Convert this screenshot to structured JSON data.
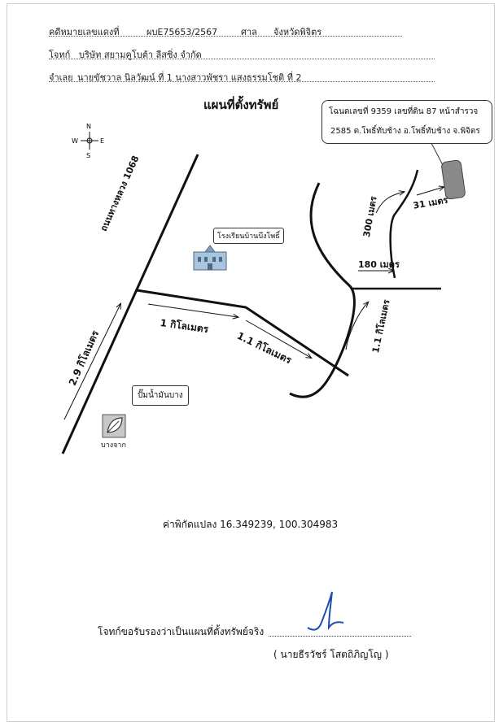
{
  "header": {
    "case_label": "คดีหมายเลขแดงที่",
    "case_number": "ผบE75653/2567",
    "court_label": "ศาล",
    "court_name": "จังหวัดพิจิตร",
    "plaintiff_label": "โจทก์",
    "plaintiff_name": "บริษัท สยามคูโบต้า ลีสซิ่ง จำกัด",
    "defendant_label": "จำเลย",
    "defendant_name": "นายขัชวาล นิลวัฒน์ ที่ 1 นางสาวพัชรา แสงธรรมโชติ ที่ 2"
  },
  "map": {
    "title": "แผนที่ตั้งทรัพย์",
    "compass": {
      "n": "N",
      "s": "S",
      "e": "E",
      "w": "W"
    },
    "deed_line1": "โฉนดเลขที่ 9359 เลขที่ดิน 87 หน้าสำรวจ",
    "deed_line2": "2585 ต.โพธิ์ทับช้าง อ.โพธิ์ทับช้าง  จ.พิจิตร",
    "highway": "ถนนทางหลวง 1068",
    "school": "โรงเรียนบ้านบึงโพธิ์",
    "gas_station": "ปั๊มน้ำมันบาง",
    "gas_brand": "บางจาก",
    "dist_29km": "2.9 กิโลเมตร",
    "dist_1km": "1 กิโลเมตร",
    "dist_11km_a": "1.1 กิโลเมตร",
    "dist_11km_b": "1.1 กิโลเมตร",
    "dist_180m": "180 เมตร",
    "dist_300m": "300 เมตร",
    "dist_31m": "31 เมตร"
  },
  "footer": {
    "coordinates": "ค่าพิกัดแปลง 16.349239, 100.304983",
    "certify_text": "โจทก์ขอรับรองว่าเป็นแผนที่ตั้งทรัพย์จริง",
    "signer_name": "( นายธีรวัชร์ โสตถิภิญโญ )"
  }
}
